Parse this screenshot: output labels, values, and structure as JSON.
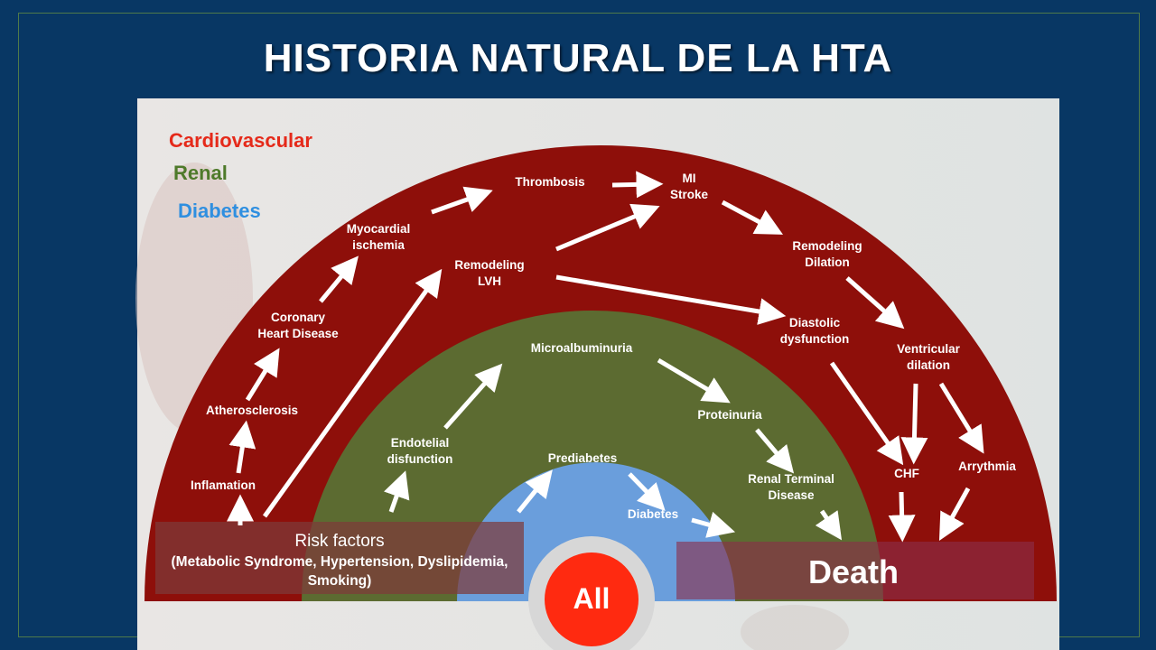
{
  "title": "HISTORIA NATURAL DE LA HTA",
  "legend": [
    {
      "label": "Cardiovascular",
      "color": "#e52a1a"
    },
    {
      "label": "Renal",
      "color": "#4e7a2a"
    },
    {
      "label": "Diabetes",
      "color": "#2f8fe0"
    }
  ],
  "colors": {
    "background": "#083764",
    "cardiovascular_band": "#8e0f0a",
    "renal_band": "#5c6b31",
    "diabetes_band": "#6a9edc",
    "center_circle": "#ff2a10",
    "panel": "#e6e8e6"
  },
  "nodes": {
    "inflamation": [
      "Inflamation"
    ],
    "atherosclerosis": [
      "Atherosclerosis"
    ],
    "coronary": [
      "Coronary",
      "Heart Disease"
    ],
    "myocardial": [
      "Myocardial",
      "ischemia"
    ],
    "thrombosis": [
      "Thrombosis"
    ],
    "mi_stroke": [
      "MI",
      "Stroke"
    ],
    "remodeling_lvh": [
      "Remodeling",
      "LVH"
    ],
    "remodeling_dilation": [
      "Remodeling",
      "Dilation"
    ],
    "diastolic": [
      "Diastolic",
      "dysfunction"
    ],
    "ventricular": [
      "Ventricular",
      "dilation"
    ],
    "chf": [
      "CHF"
    ],
    "arrythmia": [
      "Arrythmia"
    ],
    "endotelial": [
      "Endotelial",
      "disfunction"
    ],
    "microalbuminuria": [
      "Microalbuminuria"
    ],
    "proteinuria": [
      "Proteinuria"
    ],
    "renal_terminal": [
      "Renal Terminal",
      "Disease"
    ],
    "prediabetes": [
      "Prediabetes"
    ],
    "diabetes": [
      "Diabetes"
    ]
  },
  "risk_box": {
    "title": "Risk factors",
    "lines": [
      "(Metabolic Syndrome, Hypertension, Dyslipidemia,",
      "Smoking)"
    ]
  },
  "death_label": "Death",
  "center_label": "All"
}
